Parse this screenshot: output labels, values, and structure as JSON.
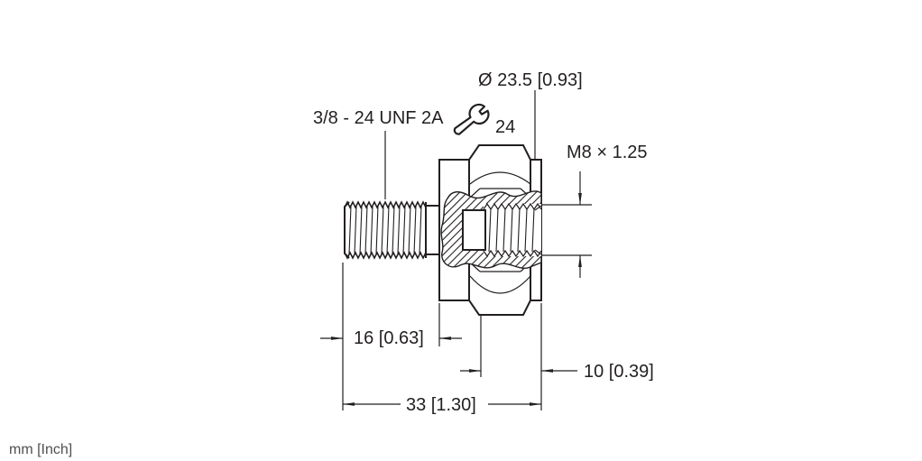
{
  "drawing": {
    "units_note": "mm [Inch]",
    "labels": {
      "external_thread": "3/8 - 24 UNF 2A",
      "wrench_size": "24",
      "body_diameter": "Ø 23.5 [0.93]",
      "internal_thread": "M8 × 1.25"
    },
    "dimensions": {
      "thread_length": "16 [0.63]",
      "thread_depth": "10 [0.39]",
      "overall_length": "33 [1.30]"
    },
    "icons": {
      "wrench": "wrench-icon"
    },
    "colors": {
      "line": "#231f20",
      "units_text": "#4f4f4f",
      "background": "#ffffff"
    }
  }
}
